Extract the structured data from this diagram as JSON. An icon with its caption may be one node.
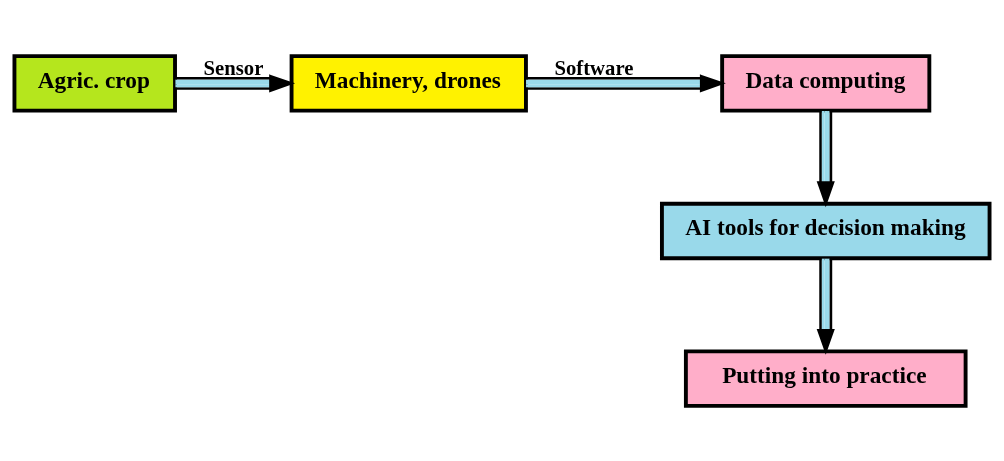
{
  "diagram": {
    "nodes": [
      {
        "text": [
          "Agric. crop"
        ]
      },
      {
        "text": [
          "Machinery, drones"
        ]
      },
      {
        "text": [
          "Data computing"
        ]
      },
      {
        "text": [
          "AI tools for decision making"
        ]
      },
      {
        "text": [
          "Putting into practice"
        ]
      }
    ],
    "edges": [
      {
        "from": 0,
        "to": 1,
        "arrow": "to",
        "label": "Sensor"
      },
      {
        "from": 1,
        "to": 2,
        "arrow": "to",
        "label": "Software"
      },
      {
        "from": 2,
        "to": 3,
        "arrow": "to"
      },
      {
        "from": 3,
        "to": 4,
        "arrow": "to"
      }
    ]
  }
}
